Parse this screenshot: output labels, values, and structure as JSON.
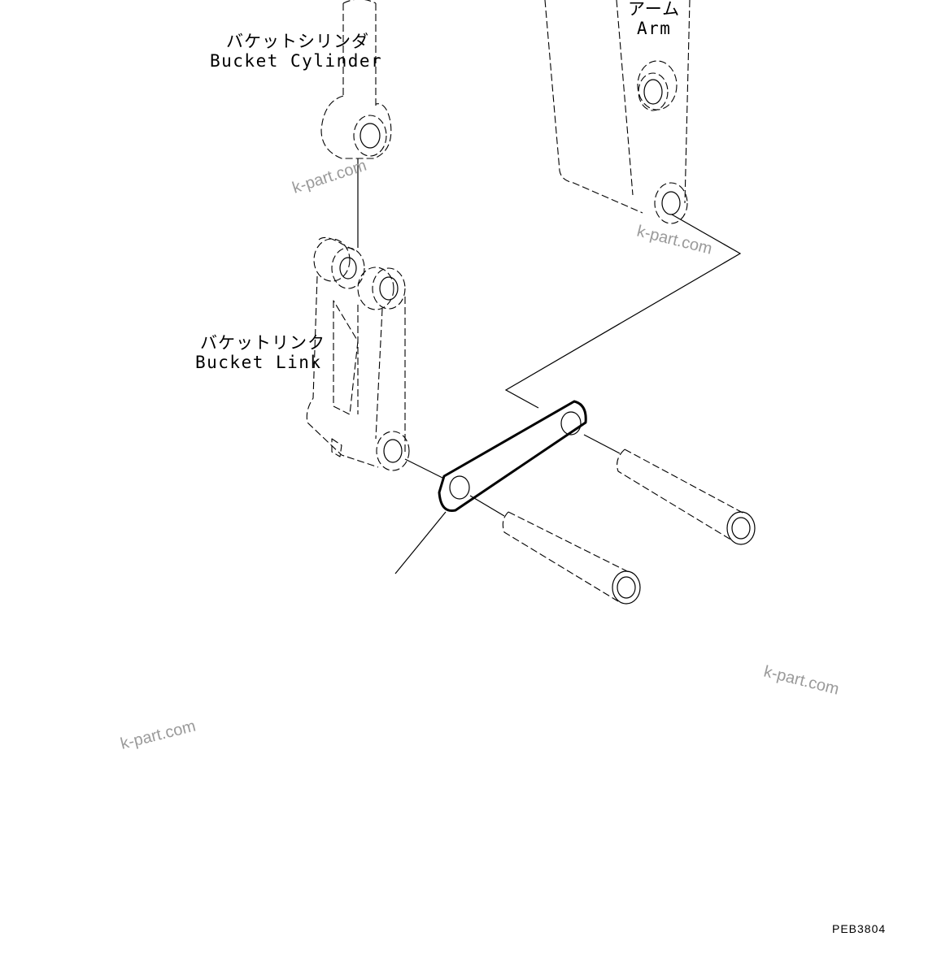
{
  "labels": {
    "bucket_cylinder_jp": "バケットシリンダ",
    "bucket_cylinder_en": "Bucket Cylinder",
    "arm_jp": "アーム",
    "arm_en": "Arm",
    "bucket_link_jp": "バケットリンク",
    "bucket_link_en": "Bucket Link"
  },
  "drawing_code": "PEB3804",
  "watermarks": [
    "k-part.com",
    "k-part.com",
    "k-part.com",
    "k-part.com"
  ]
}
